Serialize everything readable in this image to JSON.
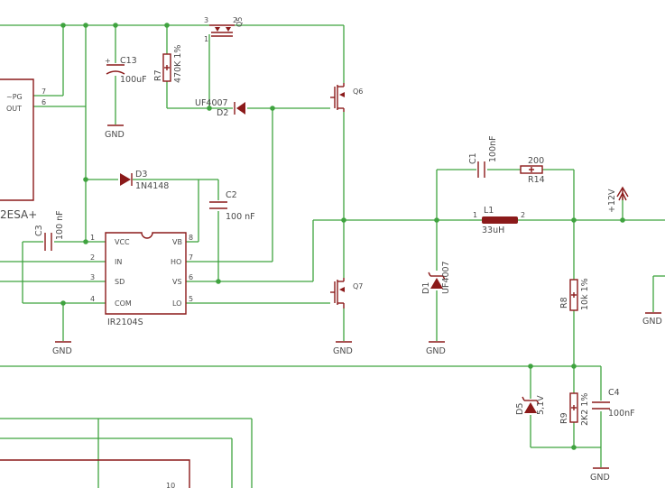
{
  "components": {
    "ic_left": {
      "pin_pg": "~PG",
      "pin_out": "OUT",
      "num_7": "7",
      "num_6": "6",
      "partial_name": "2ESA+"
    },
    "c13": {
      "ref": "C13",
      "value": "100uF"
    },
    "r7": {
      "ref": "R7",
      "value": "470K 1%"
    },
    "q5": {
      "ref": "Q5",
      "p3": "3",
      "p2": "2",
      "p1": "1"
    },
    "d2": {
      "ref": "D2",
      "value": "UF4007"
    },
    "q6": {
      "ref": "Q6"
    },
    "d3": {
      "ref": "D3",
      "value": "1N4148"
    },
    "c2": {
      "ref": "C2",
      "value": "100 nF"
    },
    "c3": {
      "ref": "C3",
      "value": "100 nF"
    },
    "ir2104": {
      "name": "IR2104S",
      "pins_left": [
        {
          "num": "1",
          "label": "VCC"
        },
        {
          "num": "2",
          "label": "IN"
        },
        {
          "num": "3",
          "label": "SD"
        },
        {
          "num": "4",
          "label": "COM"
        }
      ],
      "pins_right": [
        {
          "num": "8",
          "label": "VB"
        },
        {
          "num": "7",
          "label": "HO"
        },
        {
          "num": "6",
          "label": "VS"
        },
        {
          "num": "5",
          "label": "LO"
        }
      ]
    },
    "q7": {
      "ref": "Q7"
    },
    "c1": {
      "ref": "C1",
      "value": "100nF"
    },
    "r14": {
      "ref": "R14",
      "value": "200"
    },
    "l1": {
      "ref": "L1",
      "value": "33uH",
      "p1": "1",
      "p2": "2"
    },
    "d1": {
      "ref": "D1",
      "value": "UF4007"
    },
    "r8": {
      "ref": "R8",
      "value": "10k 1%"
    },
    "d5": {
      "ref": "D5",
      "value": "5,1V"
    },
    "r9": {
      "ref": "R9",
      "value": "2K2 1%"
    },
    "c4": {
      "ref": "C4",
      "value": "100nF"
    },
    "supply": {
      "label": "+12V"
    },
    "partial_bottom": "10"
  },
  "gnd_label": "GND"
}
